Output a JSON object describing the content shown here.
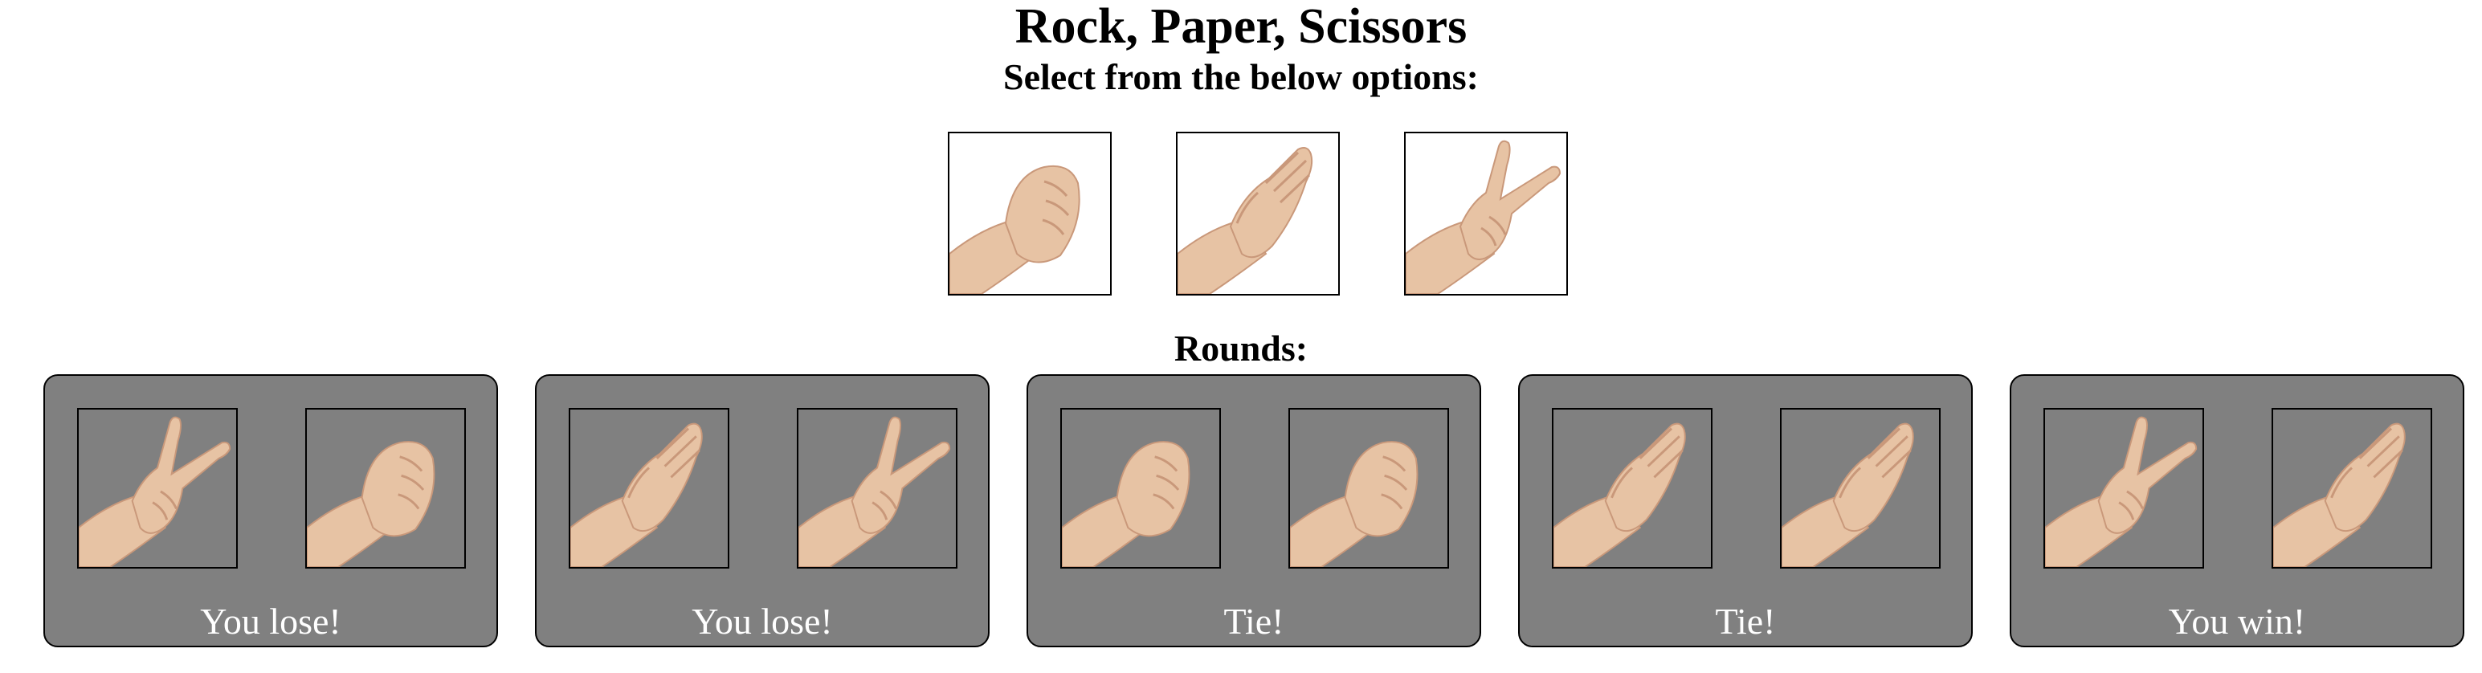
{
  "header": {
    "title": "Rock, Paper, Scissors",
    "subtitle": "Select from the below options:"
  },
  "options": [
    {
      "choice": "rock",
      "icon": "rock-hand-icon"
    },
    {
      "choice": "paper",
      "icon": "paper-hand-icon"
    },
    {
      "choice": "scissors",
      "icon": "scissors-hand-icon"
    }
  ],
  "rounds_label": "Rounds:",
  "rounds": [
    {
      "player": "scissors",
      "computer": "rock",
      "result": "You lose!"
    },
    {
      "player": "paper",
      "computer": "scissors",
      "result": "You lose!"
    },
    {
      "player": "rock",
      "computer": "rock",
      "result": "Tie!"
    },
    {
      "player": "paper",
      "computer": "paper",
      "result": "Tie!"
    },
    {
      "player": "scissors",
      "computer": "paper",
      "result": "You win!"
    }
  ],
  "colors": {
    "round_background": "#808080",
    "skin": "#e7c3a4",
    "skin_shadow": "#c9987a",
    "border": "#000000",
    "result_text": "#ffffff"
  }
}
